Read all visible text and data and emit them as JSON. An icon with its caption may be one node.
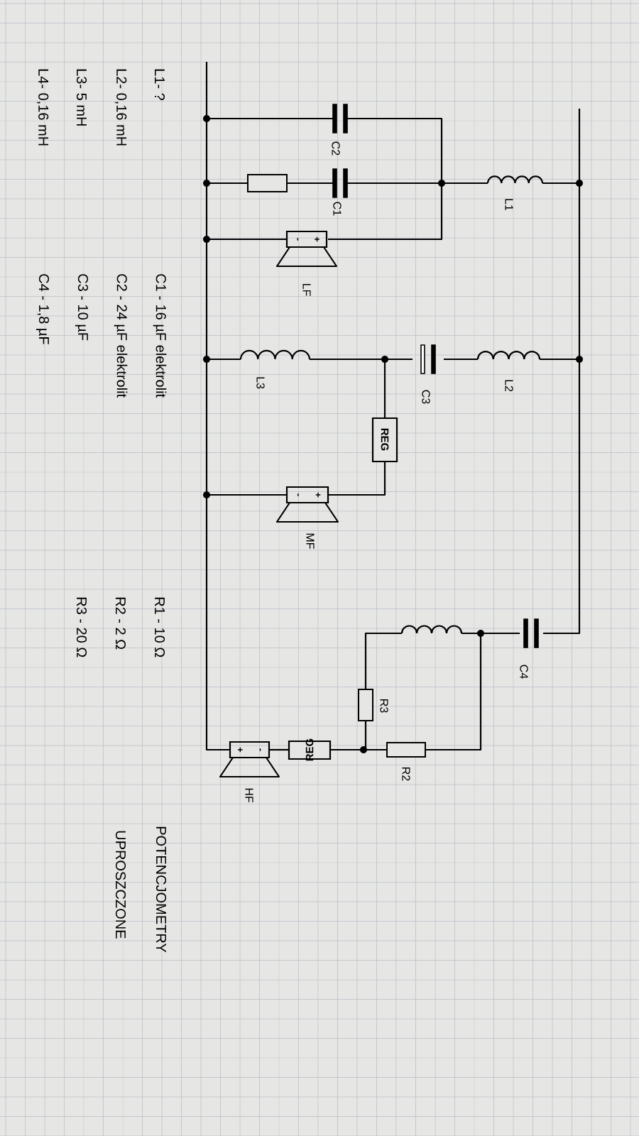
{
  "diagram": {
    "labels": [
      "C2",
      "C1",
      "L1",
      "-",
      "+",
      "LF",
      "L3",
      "C3",
      "L2",
      "REG",
      "-",
      "+",
      "MF",
      "C4",
      "R3",
      "R2",
      "REG",
      "+",
      "-",
      "HF",
      "L1- ?",
      "L2- 0,16 mH",
      "L3- 5 mH",
      "L4- 0,16 mH",
      "C1 - 16 µF elektrolit",
      "C2 - 24 µF elektrolit",
      "C3 - 10 µF",
      "C4 - 1,8 µF",
      "R1 - 10 Ω",
      "R2 - 2 Ω",
      "R3 - 20 Ω",
      "POTENCJOMETRY",
      "UPROSZCZONE"
    ]
  }
}
